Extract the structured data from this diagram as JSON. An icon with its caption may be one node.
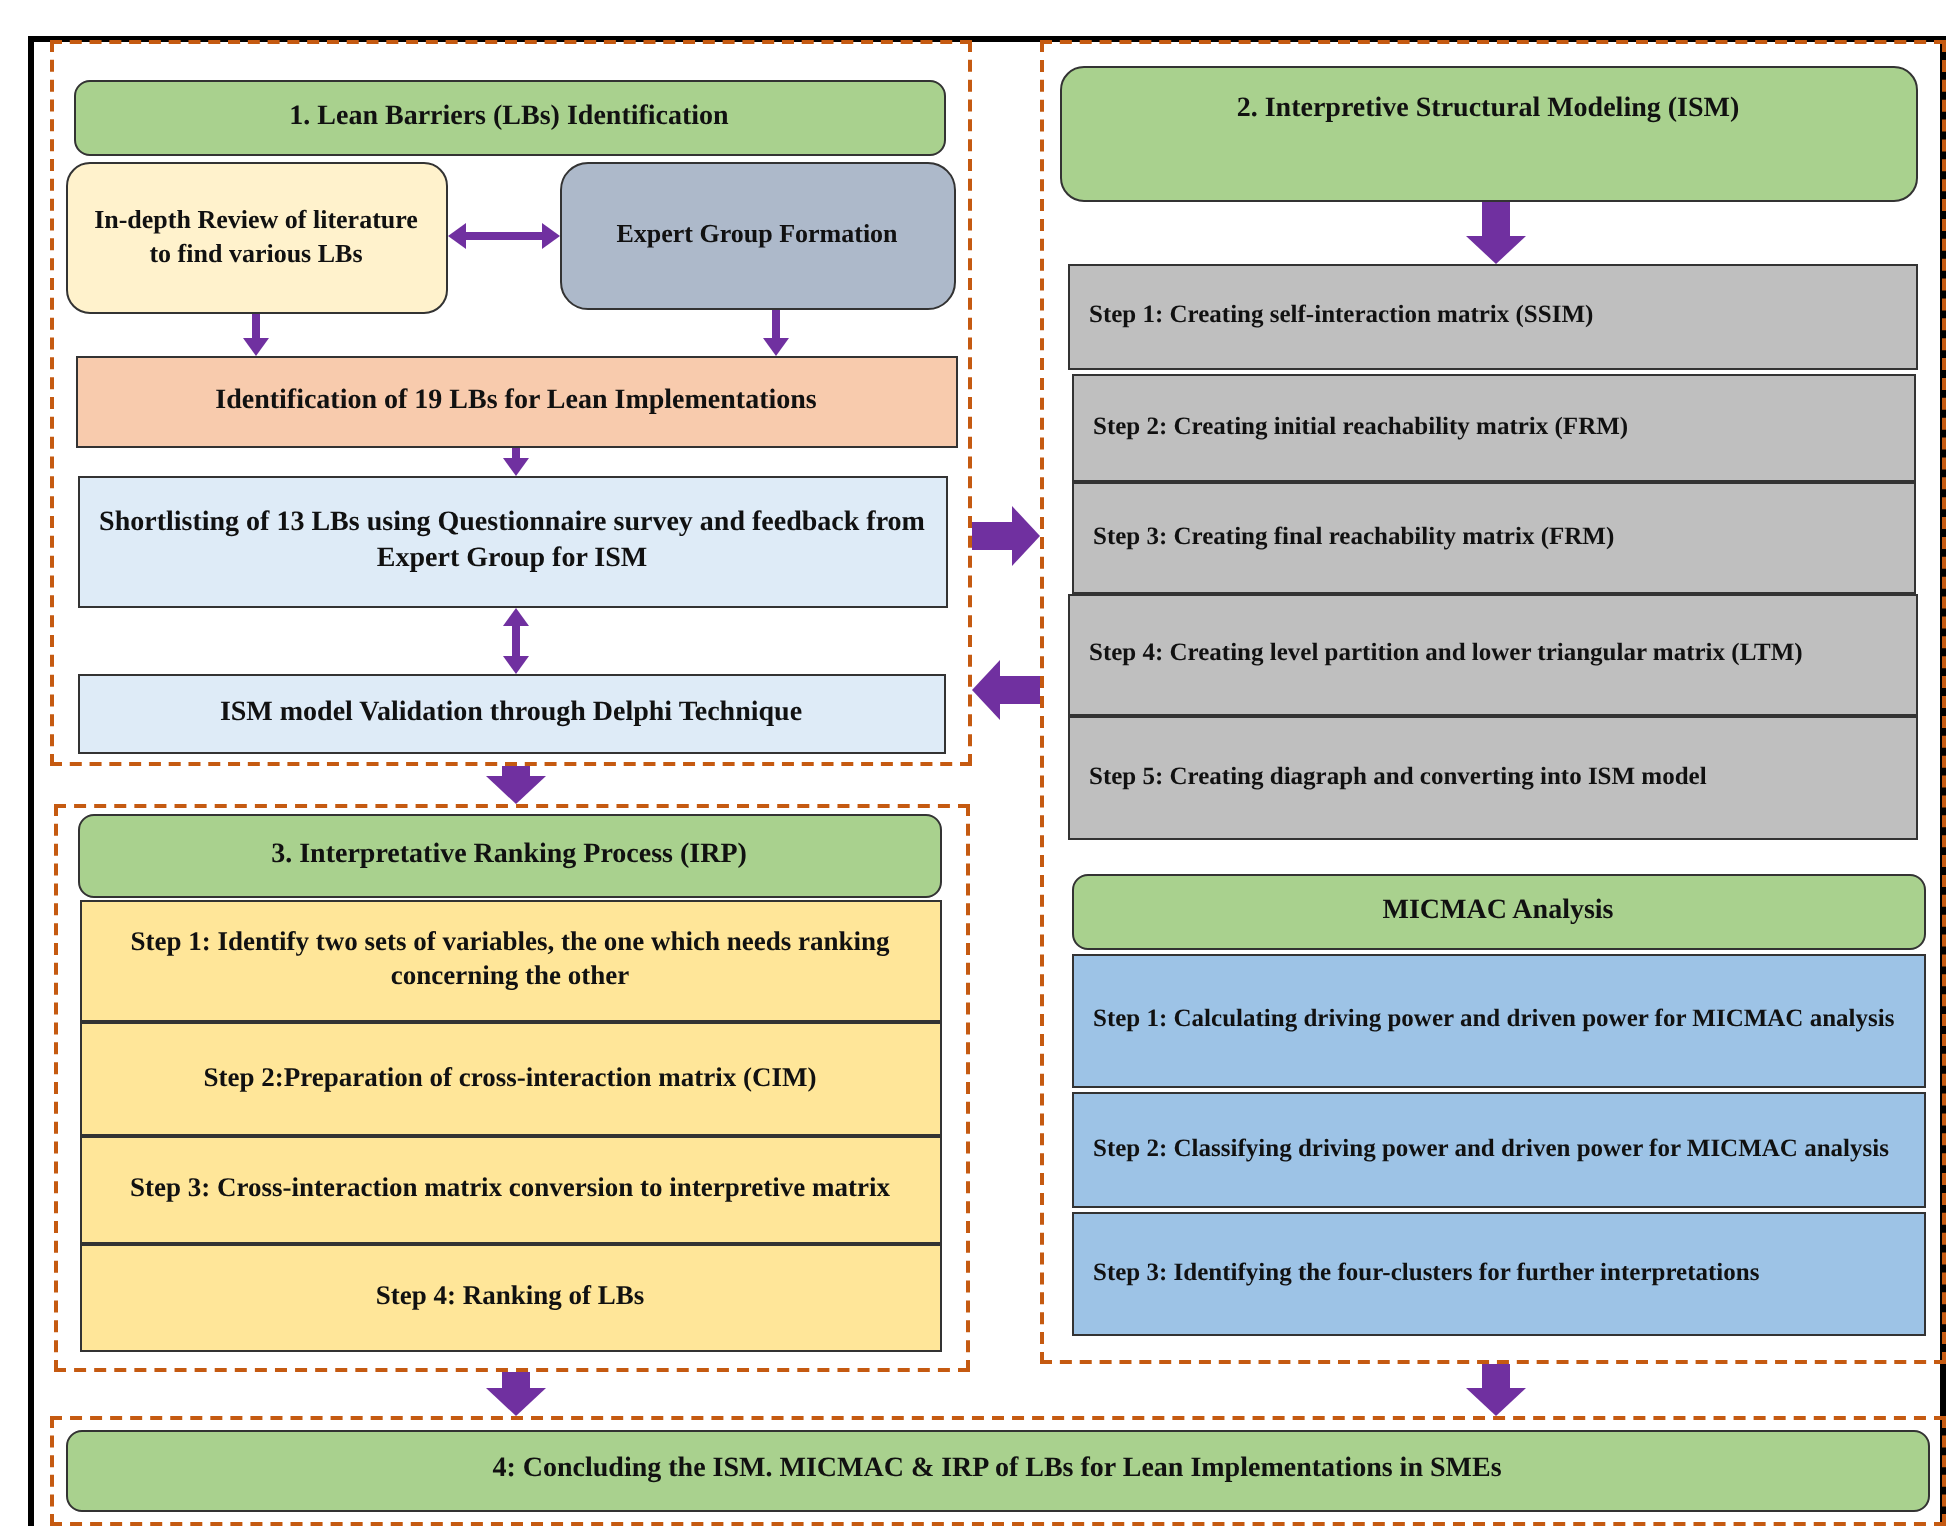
{
  "diagram": {
    "nodes": [
      {
        "text": [],
        "shape": "box"
      },
      {
        "text": [
          "1. Lean Barriers (LBs) Identification"
        ],
        "in": 0
      },
      {
        "text": [
          "In-depth Review of literature to find various LBs"
        ],
        "in": 0
      },
      {
        "text": [
          "Expert Group Formation"
        ],
        "in": 0
      },
      {
        "text": [
          "Identification of 19 LBs for Lean Implementations"
        ],
        "in": 0
      },
      {
        "text": [
          "Shortlisting of 13 LBs using Questionnaire survey and feedback from Expert Group for ISM"
        ],
        "in": 0
      },
      {
        "text": [
          "ISM model Validation through Delphi Technique"
        ],
        "in": 0
      },
      {
        "text": [],
        "shape": "box"
      },
      {
        "text": [
          "2. Interpretive Structural Modeling (ISM)"
        ],
        "in": 7
      },
      {
        "text": [
          "Step 1: Creating self-interaction matrix (SSIM)"
        ],
        "in": 7
      },
      {
        "text": [
          "Step 2: Creating initial reachability matrix (FRM)"
        ],
        "in": 7
      },
      {
        "text": [
          "Step 3: Creating final reachability matrix (FRM)"
        ],
        "in": 7
      },
      {
        "text": [
          "Step 4: Creating level partition and lower triangular matrix (LTM)"
        ],
        "in": 7
      },
      {
        "text": [
          "Step 5: Creating diagraph and converting into ISM model"
        ],
        "in": 7
      },
      {
        "text": [
          "MICMAC Analysis"
        ],
        "in": 7
      },
      {
        "text": [
          "Step 1: Calculating driving power and driven power for MICMAC analysis"
        ],
        "in": 7
      },
      {
        "text": [
          "Step 2: Classifying driving power and driven power for MICMAC analysis"
        ],
        "in": 7
      },
      {
        "text": [
          "Step 3: Identifying the four-clusters for further interpretations"
        ],
        "in": 7
      },
      {
        "text": [],
        "shape": "box"
      },
      {
        "text": [
          "3. Interpretative Ranking Process (IRP)"
        ],
        "in": 18
      },
      {
        "text": [
          "Step 1: Identify two sets of variables, the one which needs ranking concerning the other"
        ],
        "in": 18
      },
      {
        "text": [
          "Step 2:Preparation of cross-interaction matrix (CIM)"
        ],
        "in": 18
      },
      {
        "text": [
          "Step 3: Cross-interaction matrix conversion to interpretive matrix"
        ],
        "in": 18
      },
      {
        "text": [
          "Step 4: Ranking of LBs"
        ],
        "in": 18
      },
      {
        "text": [],
        "shape": "box"
      },
      {
        "text": [
          "4: Concluding the ISM. MICMAC & IRP of LBs for Lean Implementations in SMEs"
        ],
        "in": 24
      }
    ],
    "edges": [
      {
        "from": 2,
        "to": 3,
        "arrow": "both"
      },
      {
        "from": 2,
        "to": 4,
        "arrow": "to"
      },
      {
        "from": 3,
        "to": 4,
        "arrow": "to"
      },
      {
        "from": 4,
        "to": 5,
        "arrow": "to"
      },
      {
        "from": 5,
        "to": 6,
        "arrow": "both"
      },
      {
        "from": 0,
        "to": 7,
        "arrow": "to"
      },
      {
        "from": 7,
        "to": 0,
        "arrow": "to"
      },
      {
        "from": 8,
        "to": 9,
        "arrow": "to"
      },
      {
        "from": 0,
        "to": 18,
        "arrow": "to"
      },
      {
        "from": 18,
        "to": 24,
        "arrow": "to"
      },
      {
        "from": 7,
        "to": 24,
        "arrow": "to"
      }
    ]
  }
}
